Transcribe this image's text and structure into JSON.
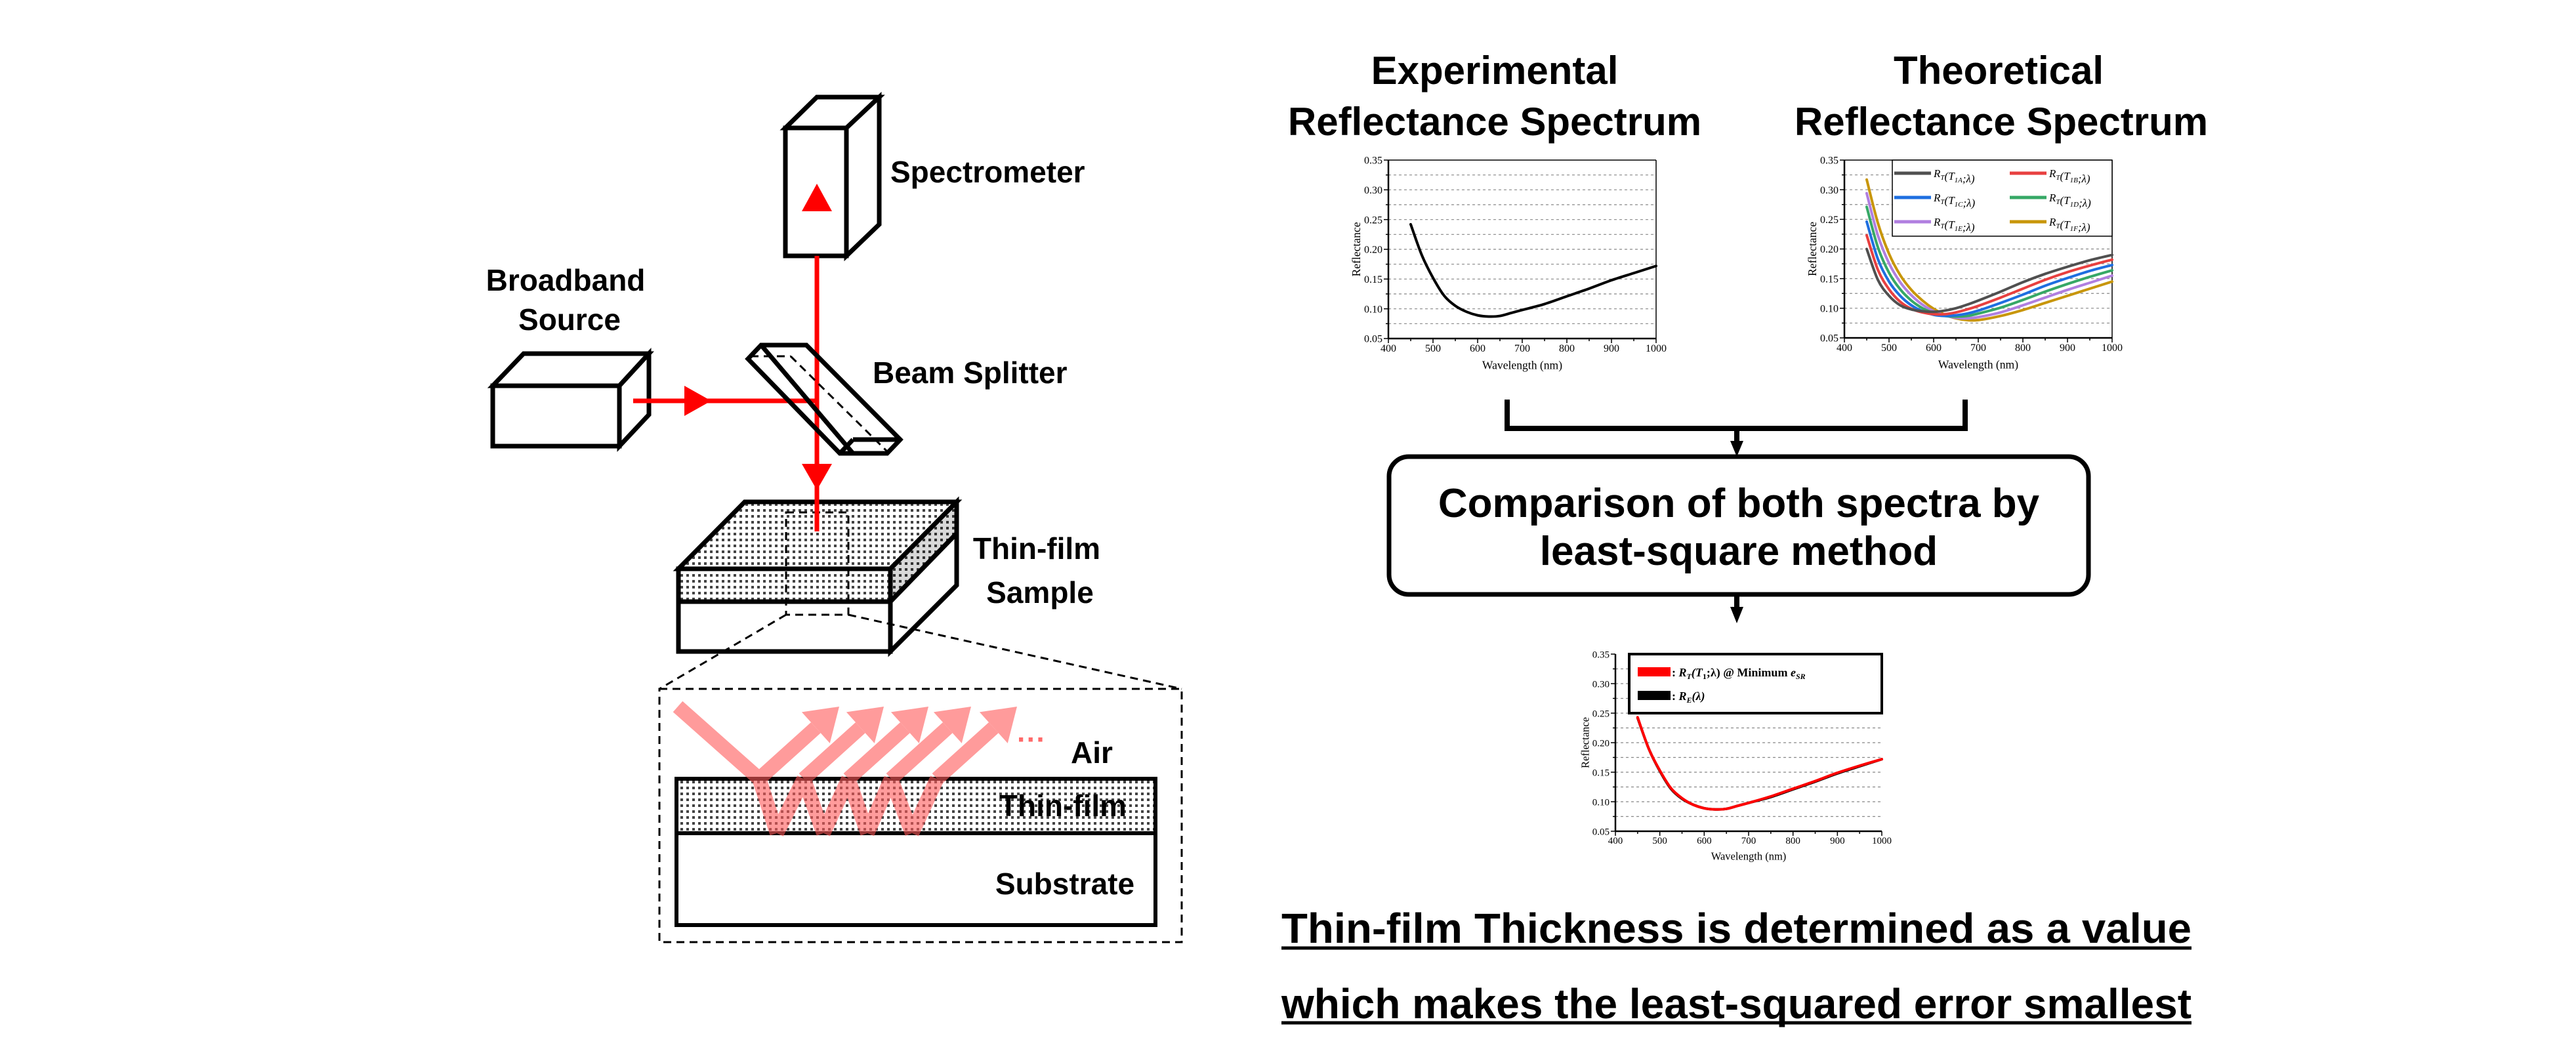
{
  "setup": {
    "spectrometer_label": "Spectrometer",
    "source_label_line1": "Broadband",
    "source_label_line2": "Source",
    "beam_splitter_label": "Beam Splitter",
    "sample_label_line1": "Thin-film",
    "sample_label_line2": "Sample",
    "inset": {
      "air_label": "Air",
      "film_label": "Thin-film",
      "substrate_label": "Substrate",
      "ellipsis": "···"
    },
    "colors": {
      "beam": "#ff0000",
      "reflection": "#ff5a5a"
    }
  },
  "titles": {
    "experimental_line1": "Experimental",
    "experimental_line2": "Reflectance Spectrum",
    "theoretical_line1": "Theoretical",
    "theoretical_line2": "Reflectance Spectrum"
  },
  "flow": {
    "comparison_line1": "Comparison of both spectra by",
    "comparison_line2": "least-square method"
  },
  "conclusion": {
    "line1": "Thin-film Thickness is determined as a value",
    "line2": "which makes the least-squared error smallest"
  },
  "chart_data": [
    {
      "id": "experimental",
      "type": "line",
      "title": "Experimental Reflectance Spectrum",
      "xlabel": "Wavelength (nm)",
      "ylabel": "Reflectance",
      "xlim": [
        400,
        1000
      ],
      "ylim": [
        0.05,
        0.35
      ],
      "xticks": [
        400,
        500,
        600,
        700,
        800,
        900,
        1000
      ],
      "yticks": [
        "0.05",
        "0.10",
        "0.15",
        "0.20",
        "0.25",
        "0.30",
        "0.35"
      ],
      "grid": true,
      "x": [
        450,
        475,
        500,
        525,
        550,
        575,
        600,
        625,
        650,
        675,
        700,
        750,
        800,
        850,
        900,
        950,
        1000
      ],
      "series": [
        {
          "name": "R_E(λ)",
          "color": "#000000",
          "values": [
            0.242,
            0.19,
            0.152,
            0.122,
            0.105,
            0.095,
            0.089,
            0.087,
            0.088,
            0.093,
            0.098,
            0.108,
            0.121,
            0.134,
            0.148,
            0.16,
            0.172
          ]
        }
      ]
    },
    {
      "id": "theoretical",
      "type": "line",
      "title": "Theoretical Reflectance Spectrum",
      "xlabel": "Wavelength (nm)",
      "ylabel": "Reflectance",
      "xlim": [
        400,
        1000
      ],
      "ylim": [
        0.05,
        0.35
      ],
      "xticks": [
        400,
        500,
        600,
        700,
        800,
        900,
        1000
      ],
      "yticks": [
        "0.05",
        "0.10",
        "0.15",
        "0.20",
        "0.25",
        "0.30",
        "0.35"
      ],
      "grid": true,
      "legend": "top-right",
      "x": [
        450,
        475,
        500,
        525,
        550,
        575,
        600,
        625,
        650,
        675,
        700,
        750,
        800,
        850,
        900,
        950,
        1000
      ],
      "series": [
        {
          "name": "R_T(T_1A;λ)",
          "legend_main": "R",
          "legend_sub": "T",
          "legend_arg": "T",
          "legend_argsub": "1A",
          "color": "#505050",
          "values": [
            0.2,
            0.148,
            0.121,
            0.105,
            0.098,
            0.095,
            0.094,
            0.096,
            0.1,
            0.106,
            0.113,
            0.128,
            0.144,
            0.158,
            0.17,
            0.181,
            0.19
          ]
        },
        {
          "name": "R_T(T_1B;λ)",
          "legend_main": "R",
          "legend_sub": "T",
          "legend_arg": "T",
          "legend_argsub": "1B",
          "color": "#e84040",
          "values": [
            0.223,
            0.165,
            0.132,
            0.111,
            0.099,
            0.093,
            0.09,
            0.09,
            0.093,
            0.098,
            0.104,
            0.118,
            0.133,
            0.148,
            0.161,
            0.172,
            0.182
          ]
        },
        {
          "name": "R_T(T_1C;λ)",
          "legend_main": "R",
          "legend_sub": "T",
          "legend_arg": "T",
          "legend_argsub": "1C",
          "color": "#1e6fe0",
          "values": [
            0.246,
            0.183,
            0.145,
            0.121,
            0.105,
            0.095,
            0.089,
            0.087,
            0.088,
            0.091,
            0.096,
            0.109,
            0.123,
            0.138,
            0.151,
            0.163,
            0.173
          ]
        },
        {
          "name": "R_T(T_1D;λ)",
          "legend_main": "R",
          "legend_sub": "T",
          "legend_arg": "T",
          "legend_argsub": "1D",
          "color": "#36a866",
          "values": [
            0.271,
            0.203,
            0.16,
            0.132,
            0.113,
            0.1,
            0.092,
            0.087,
            0.086,
            0.087,
            0.091,
            0.101,
            0.114,
            0.128,
            0.141,
            0.153,
            0.164
          ]
        },
        {
          "name": "R_T(T_1E;λ)",
          "legend_main": "R",
          "legend_sub": "T",
          "legend_arg": "T",
          "legend_argsub": "1E",
          "color": "#b07fe0",
          "values": [
            0.294,
            0.223,
            0.176,
            0.144,
            0.122,
            0.106,
            0.095,
            0.088,
            0.084,
            0.083,
            0.085,
            0.093,
            0.105,
            0.118,
            0.131,
            0.143,
            0.155
          ]
        },
        {
          "name": "R_T(T_1F;λ)",
          "legend_main": "R",
          "legend_sub": "T",
          "legend_arg": "T",
          "legend_argsub": "1F",
          "color": "#c8960a",
          "values": [
            0.317,
            0.244,
            0.192,
            0.156,
            0.131,
            0.113,
            0.099,
            0.089,
            0.083,
            0.08,
            0.08,
            0.087,
            0.097,
            0.109,
            0.121,
            0.133,
            0.145
          ]
        }
      ]
    },
    {
      "id": "fit",
      "type": "line",
      "xlabel": "Wavelength (nm)",
      "ylabel": "Reflectance",
      "xlim": [
        400,
        1000
      ],
      "ylim": [
        0.05,
        0.35
      ],
      "xticks": [
        400,
        500,
        600,
        700,
        800,
        900,
        1000
      ],
      "yticks": [
        "0.05",
        "0.10",
        "0.15",
        "0.20",
        "0.25",
        "0.30",
        "0.35"
      ],
      "grid": true,
      "legend": "top",
      "x": [
        450,
        475,
        500,
        525,
        550,
        575,
        600,
        625,
        650,
        675,
        700,
        750,
        800,
        850,
        900,
        950,
        1000
      ],
      "series": [
        {
          "name": "R_E(λ)",
          "legend_text": ": R_E(λ)",
          "color": "#000000",
          "values": [
            0.242,
            0.19,
            0.152,
            0.122,
            0.105,
            0.095,
            0.089,
            0.087,
            0.088,
            0.093,
            0.098,
            0.108,
            0.121,
            0.134,
            0.148,
            0.16,
            0.172
          ]
        },
        {
          "name": "R_T(T_1;λ) @ Minimum e_SR",
          "legend_text": ": R_T(T_1;λ) @ Minimum e_SR",
          "color": "#ff0000",
          "values": [
            0.243,
            0.19,
            0.153,
            0.123,
            0.106,
            0.095,
            0.089,
            0.087,
            0.088,
            0.093,
            0.098,
            0.109,
            0.122,
            0.135,
            0.149,
            0.161,
            0.172
          ]
        }
      ]
    }
  ]
}
